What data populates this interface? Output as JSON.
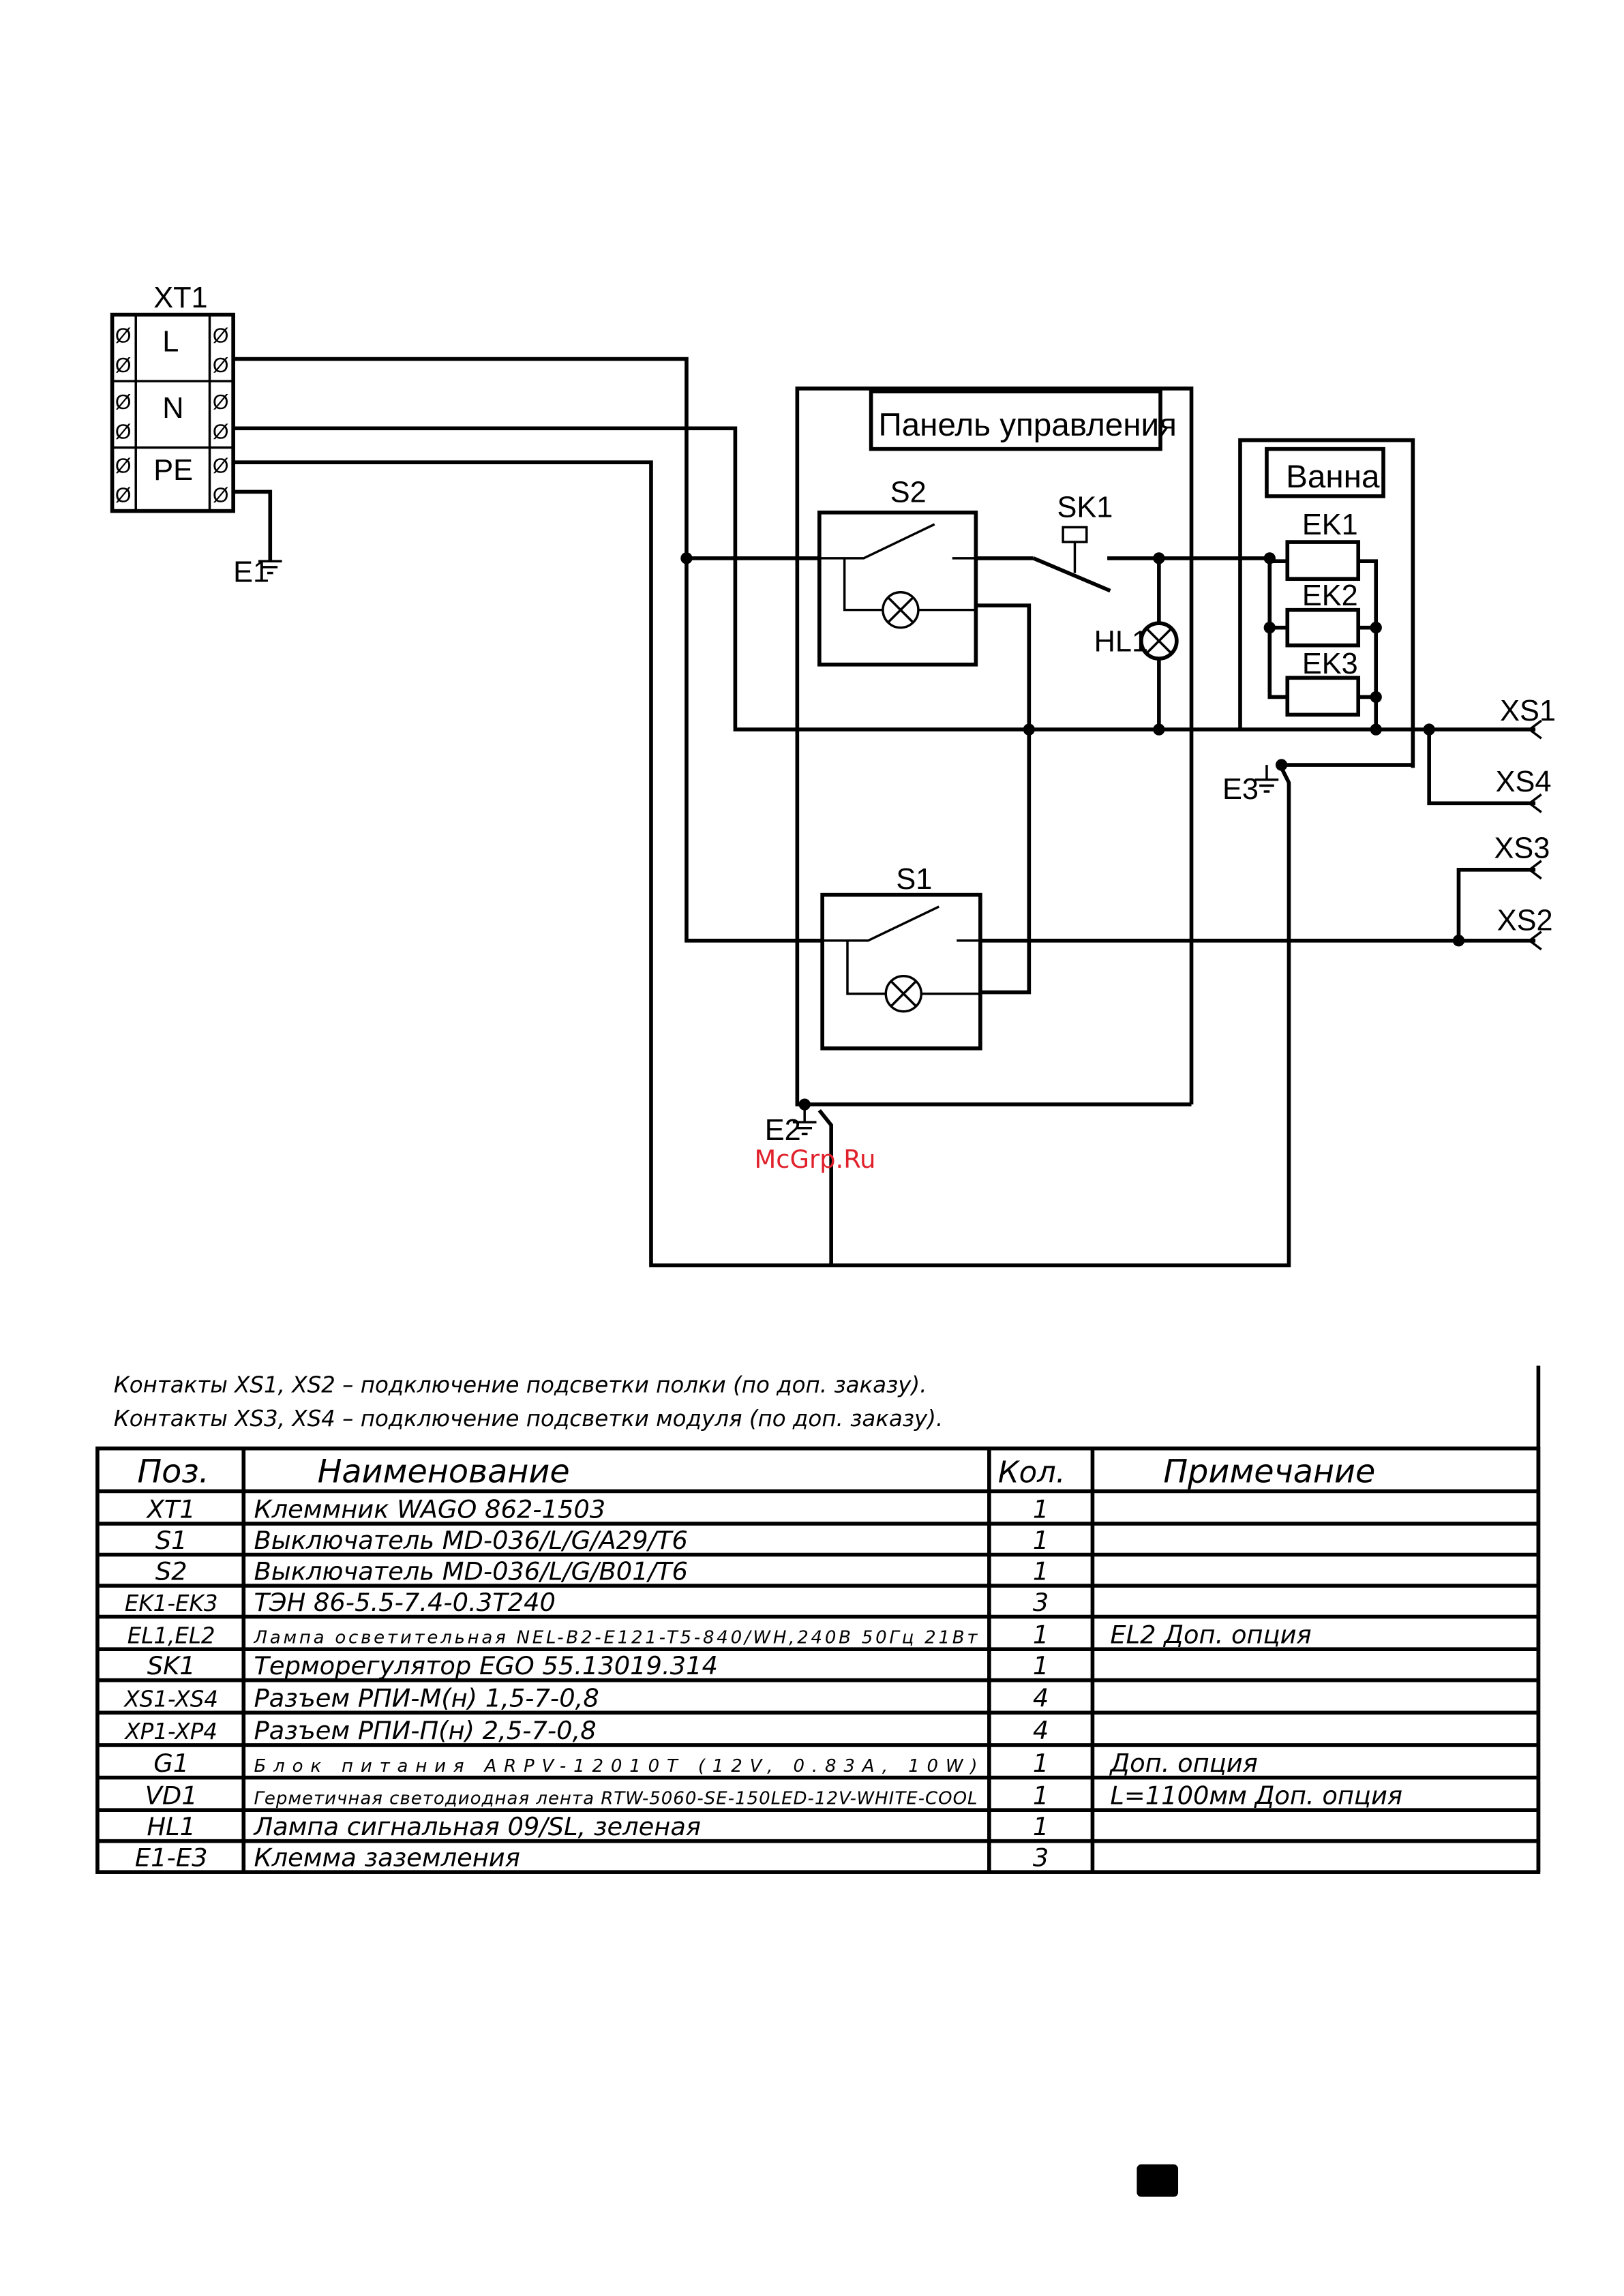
{
  "diagram": {
    "terminal_block": {
      "label": "XT1",
      "rows": [
        "L",
        "N",
        "PE"
      ],
      "pin_symbol": "Ø"
    },
    "panel_title": "Панель управления",
    "bath_title": "Ванна",
    "components": {
      "s1": "S1",
      "s2": "S2",
      "sk1": "SK1",
      "hl1": "HL1",
      "ek1": "EK1",
      "ek2": "EK2",
      "ek3": "EK3",
      "e1": "E1",
      "e2": "E2",
      "e3": "E3"
    },
    "connectors": {
      "xs1": "XS1",
      "xs2": "XS2",
      "xs3": "XS3",
      "xs4": "XS4"
    },
    "watermark": "McGrp.Ru",
    "watermark_color": "#e0202a"
  },
  "notes": [
    "Контакты XS1, XS2 – подключение подсветки полки (по доп. заказу).",
    "Контакты XS3, XS4 – подключение подсветки модуля (по доп. заказу)."
  ],
  "table": {
    "headers": [
      "Поз.",
      "Наименование",
      "Кол.",
      "Примечание"
    ],
    "rows": [
      [
        "XT1",
        "Клеммник WAGO 862-1503",
        "1",
        ""
      ],
      [
        "S1",
        "Выключатель MD-036/L/G/A29/T6",
        "1",
        ""
      ],
      [
        "S2",
        "Выключатель MD-036/L/G/B01/T6",
        "1",
        ""
      ],
      [
        "EK1-EK3",
        "ТЭН 86-5.5-7.4-0.3T240",
        "3",
        ""
      ],
      [
        "EL1,EL2",
        "Лампа осветительная NEL-B2-E121-T5-840/WH,240В 50Гц 21Вт",
        "1",
        "EL2 Доп. опция"
      ],
      [
        "SK1",
        "Терморегулятор EGO 55.13019.314",
        "1",
        ""
      ],
      [
        "XS1-XS4",
        "Разъем РПИ-М(н) 1,5-7-0,8",
        "4",
        ""
      ],
      [
        "XP1-XP4",
        "Разъем РПИ-П(н) 2,5-7-0,8",
        "4",
        ""
      ],
      [
        "G1",
        "Блок питания ARPV-12010T (12V, 0.83A, 10W)",
        "1",
        "Доп. опция"
      ],
      [
        "VD1",
        "Герметичная светодиодная лента RTW-5060-SE-150LED-12V-WHITE-COOL",
        "1",
        "L=1100мм Доп. опция"
      ],
      [
        "HL1",
        "Лампа сигнальная 09/SL, зеленая",
        "1",
        ""
      ],
      [
        "E1-E3",
        "Клемма заземления",
        "3",
        ""
      ]
    ]
  }
}
